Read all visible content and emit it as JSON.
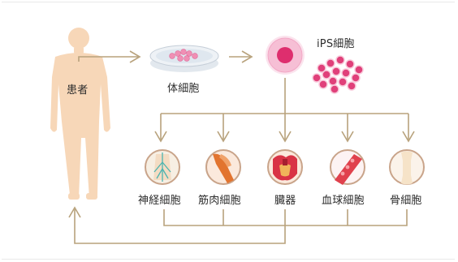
{
  "labels": {
    "patient": "患者",
    "somatic_cell": "体細胞",
    "ips_cell": "iPS細胞",
    "nerve_cell": "神経細胞",
    "muscle_cell": "筋肉細胞",
    "organ": "臓器",
    "blood_cell": "血球細胞",
    "bone_cell": "骨細胞"
  },
  "colors": {
    "body": "#f7d7b8",
    "arrow": "#b8a27c",
    "ips_outer": "#f6bfd5",
    "ips_nucleus": "#de2e6e",
    "cluster": "#e0407a",
    "dish": "#e7edf3",
    "dish_cells": "#f08fb4",
    "circle_ring": "#c9a48a"
  },
  "icons": {
    "body": "human-silhouette-icon",
    "dish": "petri-dish-icon",
    "ips": "ips-cell-icon",
    "cluster": "ips-cell-cluster-icon",
    "nerve": "nerve-cell-icon",
    "muscle": "muscle-cell-icon",
    "organ": "organ-icon",
    "blood": "blood-vessel-icon",
    "bone": "bone-icon"
  }
}
